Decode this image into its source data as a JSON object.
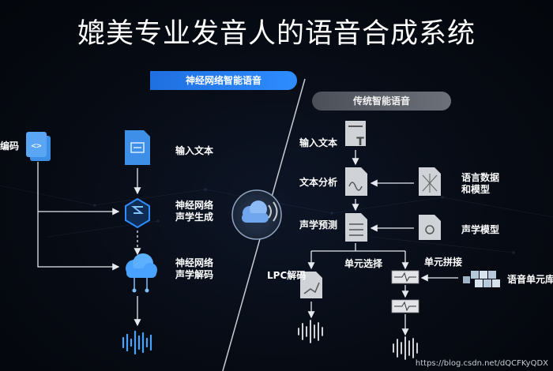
{
  "title": "媲美专业发音人的语音合成系统",
  "banners": {
    "neural": "神经网络智能语音",
    "traditional": "传统智能语音"
  },
  "neural": {
    "encoder_label": "编码",
    "input_text": "输入文本",
    "acoustic_gen_1": "神经网络",
    "acoustic_gen_2": "声学生成",
    "acoustic_dec_1": "神经网络",
    "acoustic_dec_2": "声学解码"
  },
  "traditional": {
    "input_text": "输入文本",
    "text_analysis": "文本分析",
    "language_data_1": "语言数据",
    "language_data_2": "和模型",
    "acoustic_predict": "声学预测",
    "acoustic_model": "声学模型",
    "lpc_decode": "LPC解码",
    "unit_select": "单元选择",
    "unit_concat": "单元拼接",
    "unit_lib": "语音单元库"
  },
  "watermark": "https://blog.csdn.net/dQCFKyQDX",
  "colors": {
    "neural_blue": "#2e8dff",
    "icon_gray": "#c9ccd1",
    "line": "#e6e9ee"
  }
}
